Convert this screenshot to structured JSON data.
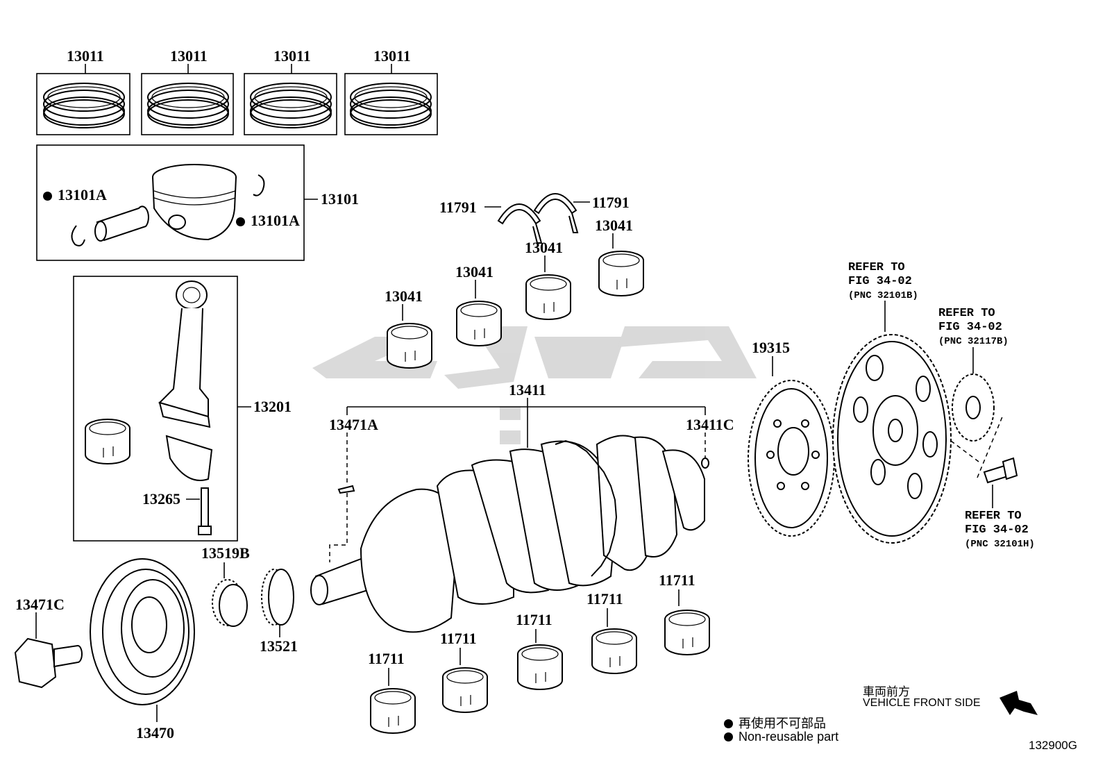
{
  "callouts": {
    "ring_set": "13011",
    "piston_set": "13101",
    "snap_ring_left": "13101A",
    "snap_ring_right": "13101A",
    "conrod_assy": "13201",
    "conrod_bolt": "13265",
    "thrust_washer_left": "11791",
    "thrust_washer_right": "11791",
    "conrod_bearing": "13041",
    "crankshaft": "13411",
    "crank_key": "13471A",
    "crank_pin": "13411C",
    "main_bearing": "11711",
    "timing_sprocket": "13519B",
    "crank_gear": "13521",
    "pulley_bolt": "13471C",
    "crank_pulley": "13470",
    "plate": "19315"
  },
  "references": {
    "flywheel": {
      "line1": "REFER TO",
      "line2": "FIG 34-02",
      "line3": "(PNC 32101B)"
    },
    "spacer": {
      "line1": "REFER TO",
      "line2": "FIG 34-02",
      "line3": "(PNC 32117B)"
    },
    "bolt": {
      "line1": "REFER TO",
      "line2": "FIG 34-02",
      "line3": "(PNC 32101H)"
    }
  },
  "legend": {
    "direction_jp": "車両前方",
    "direction_en": "VEHICLE FRONT SIDE",
    "nonreusable_jp": "再使用不可部品",
    "nonreusable_en": "Non-reusable part"
  },
  "figure_code": "132900G",
  "colors": {
    "line": "#000000",
    "watermark": "#c8c8c8",
    "background": "#ffffff"
  },
  "icons": {
    "nonreusable_marker": "filled-circle-icon",
    "front_arrow": "arrow-down-right-icon"
  }
}
